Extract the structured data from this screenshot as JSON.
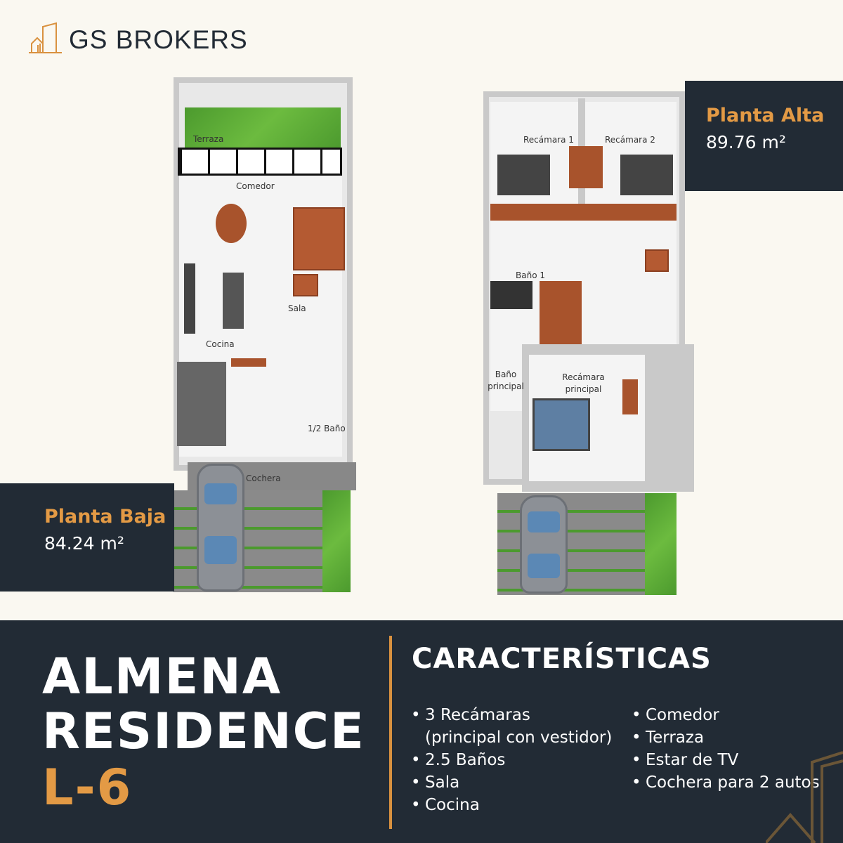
{
  "brand": {
    "name": "GS BROKERS",
    "accent": "#d9913f",
    "dark": "#222b35"
  },
  "ground_floor": {
    "title": "Planta Baja",
    "area": "84.24 m²",
    "rooms": {
      "terraza": "Terraza",
      "comedor": "Comedor",
      "sala": "Sala",
      "cocina": "Cocina",
      "medio_bano": "1/2 Baño",
      "cochera": "Cochera"
    }
  },
  "upper_floor": {
    "title": "Planta Alta",
    "area": "89.76 m²",
    "rooms": {
      "recamara1": "Recámara 1",
      "recamara2": "Recámara 2",
      "bano1": "Baño 1",
      "bano_principal": "Baño principal",
      "recamara_principal": "Recámara principal"
    }
  },
  "property": {
    "line1": "ALMENA",
    "line2": "RESIDENCE",
    "lot": "L-6"
  },
  "features": {
    "heading": "CARACTERÍSTICAS",
    "col1": [
      "3 Recámaras",
      "(principal con vestidor)",
      "2.5 Baños",
      "Sala",
      "Cocina"
    ],
    "col2": [
      "Comedor",
      "Terraza",
      "Estar de TV",
      "Cochera para 2 autos"
    ]
  }
}
